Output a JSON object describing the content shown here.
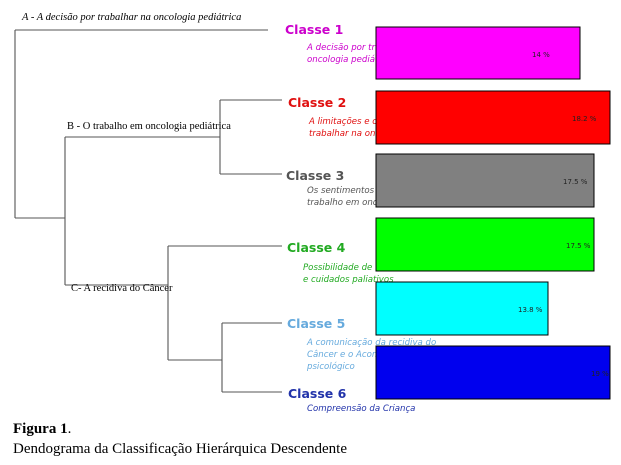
{
  "branches": {
    "a": "A - A decisão por trabalhar na oncologia pediátrica",
    "b": "B - O trabalho em oncologia pediátrica",
    "c": "C- A recidiva do Câncer"
  },
  "classes": [
    {
      "title": "Classe 1",
      "desc": [
        "A decisão por trabalhar na",
        "oncologia pediátrica"
      ],
      "pct": "14 %",
      "value": 14,
      "color": "#ff00ff",
      "text_color": "#cc00cc"
    },
    {
      "title": "Classe 2",
      "desc": [
        "A limitações e os desafios de se",
        "trabalhar na oncologia pediátrica"
      ],
      "pct": "18.2 %",
      "value": 18.2,
      "color": "#ff0000",
      "text_color": "#e01010"
    },
    {
      "title": "Classe 3",
      "desc": [
        "Os sentimentos associados ao",
        "trabalho em oncologia pediátrica"
      ],
      "pct": "17.5 %",
      "value": 17.5,
      "color": "#808080",
      "text_color": "#555555"
    },
    {
      "title": "Classe 4",
      "desc": [
        "Possibilidade de cura, tratamento",
        "e cuidados paliativos"
      ],
      "pct": "17.5 %",
      "value": 17.5,
      "color": "#00ff00",
      "text_color": "#22aa22"
    },
    {
      "title": "Classe 5",
      "desc": [
        "A comunicação da recidiva do",
        "Câncer e o Acompanhamento",
        "psicológico"
      ],
      "pct": "13.8 %",
      "value": 13.8,
      "color": "#00ffff",
      "text_color": "#66aadd"
    },
    {
      "title": "Classe 6",
      "desc": [
        "Compreensão da Criança"
      ],
      "pct": "19 %",
      "value": 19,
      "color": "#0000ee",
      "text_color": "#2233aa"
    }
  ],
  "caption": {
    "title": "Figura 1",
    "title_suffix": ".",
    "subtitle": "Dendograma da Classificação Hierárquica Descendente"
  }
}
